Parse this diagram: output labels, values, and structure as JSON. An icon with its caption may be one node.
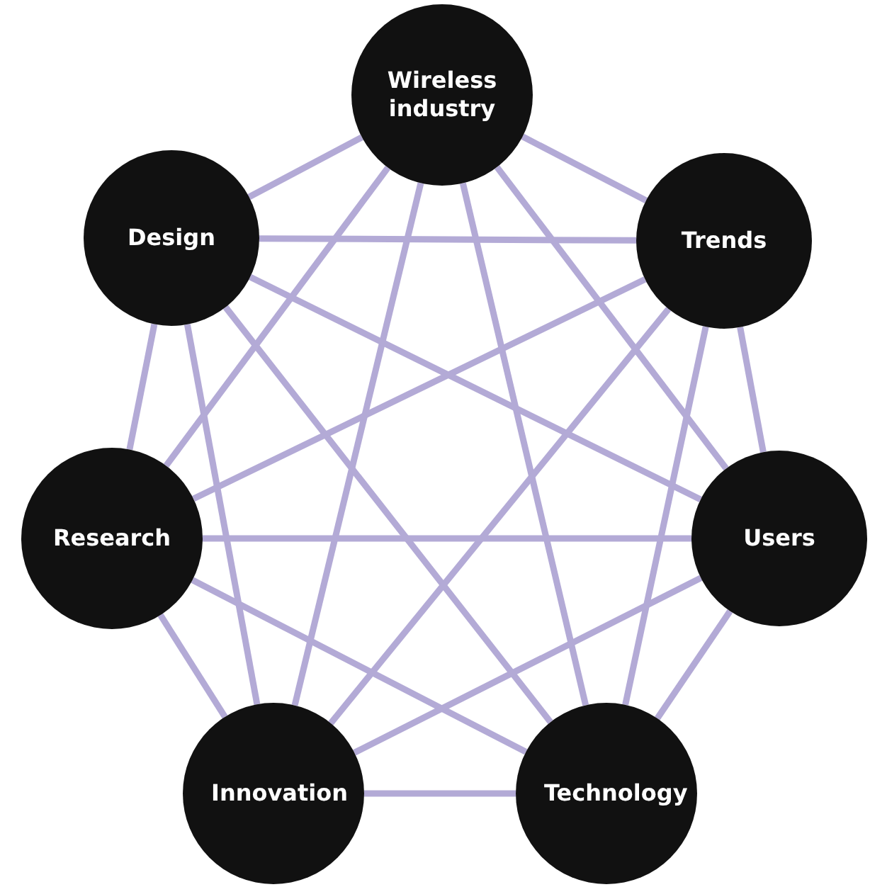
{
  "diagram": {
    "nodes": [
      {
        "text": [
          "Wireless industry"
        ]
      },
      {
        "text": [
          "Design"
        ]
      },
      {
        "text": [
          "Trends"
        ]
      },
      {
        "text": [
          "Research"
        ]
      },
      {
        "text": [
          "Users"
        ]
      },
      {
        "text": [
          "Innovation"
        ]
      },
      {
        "text": [
          "Technology"
        ]
      }
    ],
    "edges": [
      {
        "from": 0,
        "to": 1,
        "arrow": "none"
      },
      {
        "from": 0,
        "to": 2,
        "arrow": "none"
      },
      {
        "from": 0,
        "to": 3,
        "arrow": "none"
      },
      {
        "from": 0,
        "to": 4,
        "arrow": "none"
      },
      {
        "from": 0,
        "to": 5,
        "arrow": "none"
      },
      {
        "from": 0,
        "to": 6,
        "arrow": "none"
      },
      {
        "from": 1,
        "to": 2,
        "arrow": "none"
      },
      {
        "from": 1,
        "to": 3,
        "arrow": "none"
      },
      {
        "from": 1,
        "to": 4,
        "arrow": "none"
      },
      {
        "from": 1,
        "to": 5,
        "arrow": "none"
      },
      {
        "from": 1,
        "to": 6,
        "arrow": "none"
      },
      {
        "from": 2,
        "to": 3,
        "arrow": "none"
      },
      {
        "from": 2,
        "to": 4,
        "arrow": "none"
      },
      {
        "from": 2,
        "to": 5,
        "arrow": "none"
      },
      {
        "from": 2,
        "to": 6,
        "arrow": "none"
      },
      {
        "from": 3,
        "to": 4,
        "arrow": "none"
      },
      {
        "from": 3,
        "to": 5,
        "arrow": "none"
      },
      {
        "from": 3,
        "to": 6,
        "arrow": "none"
      },
      {
        "from": 4,
        "to": 5,
        "arrow": "none"
      },
      {
        "from": 4,
        "to": 6,
        "arrow": "none"
      },
      {
        "from": 5,
        "to": 6,
        "arrow": "none"
      }
    ]
  }
}
